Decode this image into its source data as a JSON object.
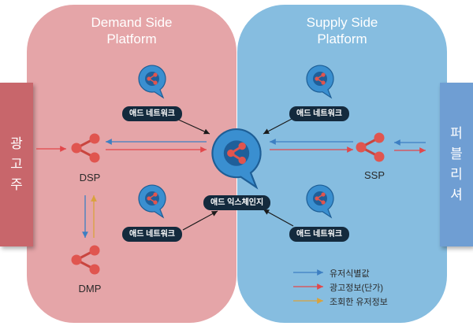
{
  "panels": {
    "dsp_title": "Demand Side\nPlatform",
    "ssp_title": "Supply Side\nPlatform"
  },
  "bars": {
    "advertiser": "광\n고\n주",
    "publisher": "퍼\n블\n리\n셔"
  },
  "nodes": {
    "dsp": "DSP",
    "dmp": "DMP",
    "ssp": "SSP"
  },
  "network_label": "애드 네트워크",
  "exchange_label": "애드 익스체인지",
  "legend": [
    {
      "label": "유저식별값",
      "color": "#3d7fc2"
    },
    {
      "label": "광고정보(단가)",
      "color": "#e2474a"
    },
    {
      "label": "조회한 유저정보",
      "color": "#d9a23c"
    }
  ],
  "colors": {
    "dsp_panel": "#e5a5a8",
    "ssp_panel": "#86bde0",
    "advertiser_bar": "#c8666b",
    "publisher_bar": "#6f9ed3",
    "bubble": "#3a8fd0",
    "bubble_inner": "#1f5f9a",
    "node_red": "#e0554f",
    "pill": "#142a3d"
  }
}
